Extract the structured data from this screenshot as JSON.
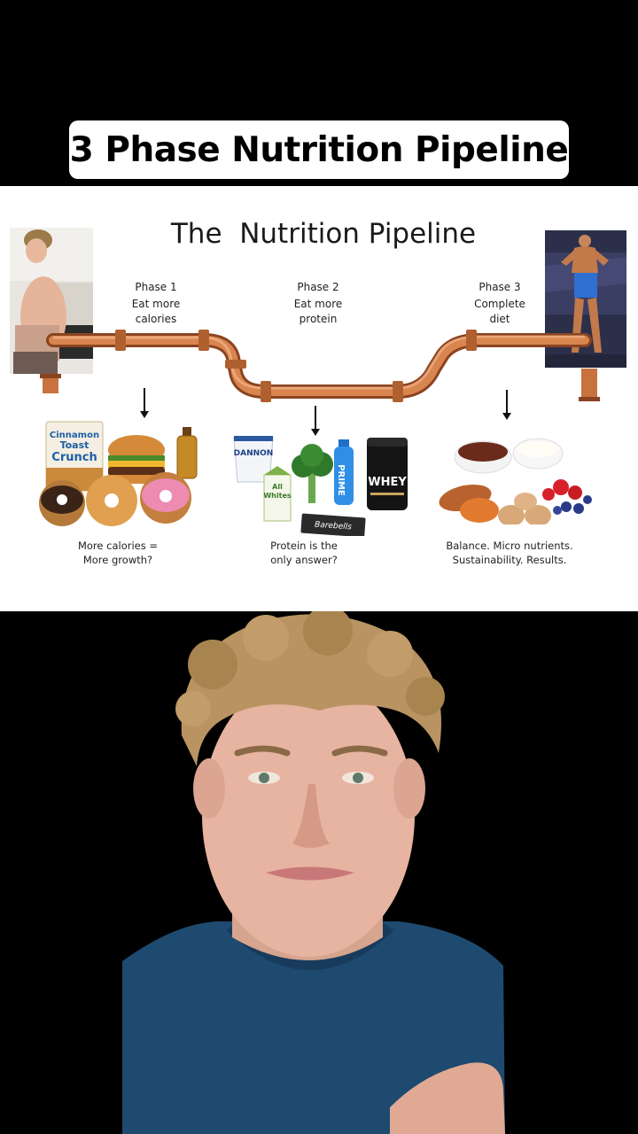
{
  "caption": "3 Phase Nutrition Pipeline",
  "slide": {
    "title": "The  Nutrition Pipeline",
    "phases": [
      {
        "title": "Phase 1",
        "desc": [
          "Eat more",
          "calories"
        ],
        "note": [
          "More calories =",
          "More growth?"
        ]
      },
      {
        "title": "Phase 2",
        "desc": [
          "Eat more",
          "protein"
        ],
        "note": [
          "Protein is the",
          "only answer?"
        ]
      },
      {
        "title": "Phase 3",
        "desc": [
          "Complete",
          "diet"
        ],
        "note": [
          "Balance. Micro nutrients.",
          "Sustainability. Results."
        ]
      }
    ],
    "product_labels": {
      "cereal": [
        "Cinnamon",
        "Toast",
        "Crunch"
      ],
      "yogurt": "DANNON",
      "egg_whites": [
        "All",
        "Whites"
      ],
      "drink": "PRIME",
      "protein_tub": "WHEY",
      "bar": "Barebells"
    }
  },
  "colors": {
    "pipe": "#c8733e",
    "pipe_dark": "#8a4420",
    "caption_bg": "#ffffff",
    "background": "#000000"
  }
}
